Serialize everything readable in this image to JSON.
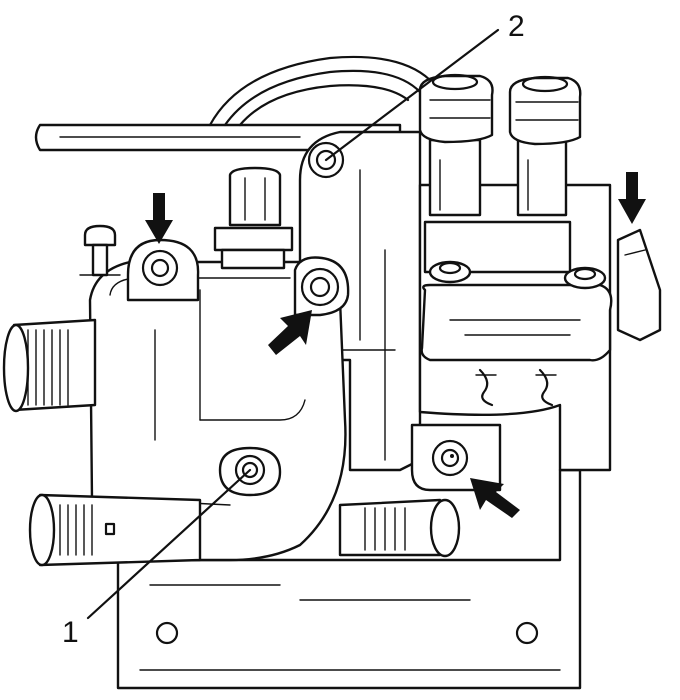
{
  "diagram": {
    "callouts": [
      {
        "id": "1",
        "label": "1"
      },
      {
        "id": "2",
        "label": "2"
      }
    ],
    "colors": {
      "line": "#111111",
      "background": "#ffffff"
    }
  }
}
